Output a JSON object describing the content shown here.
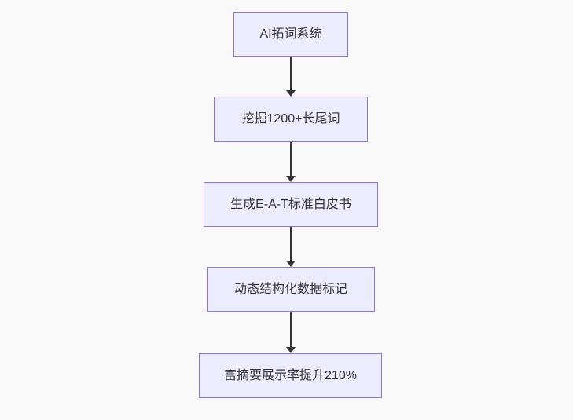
{
  "diagram": {
    "type": "flowchart",
    "direction": "top-down",
    "colors": {
      "background": "#f9f9f9",
      "node_fill": "#ECECFF",
      "node_border": "#9370DB",
      "node_text": "#333333",
      "arrow": "#333333"
    },
    "nodes": [
      {
        "id": "n1",
        "label": "AI拓词系统"
      },
      {
        "id": "n2",
        "label": "挖掘1200+长尾词"
      },
      {
        "id": "n3",
        "label": "生成E-A-T标准白皮书"
      },
      {
        "id": "n4",
        "label": "动态结构化数据标记"
      },
      {
        "id": "n5",
        "label": "富摘要展示率提升210%"
      }
    ],
    "edges": [
      {
        "from": "n1",
        "to": "n2"
      },
      {
        "from": "n2",
        "to": "n3"
      },
      {
        "from": "n3",
        "to": "n4"
      },
      {
        "from": "n4",
        "to": "n5"
      }
    ]
  }
}
